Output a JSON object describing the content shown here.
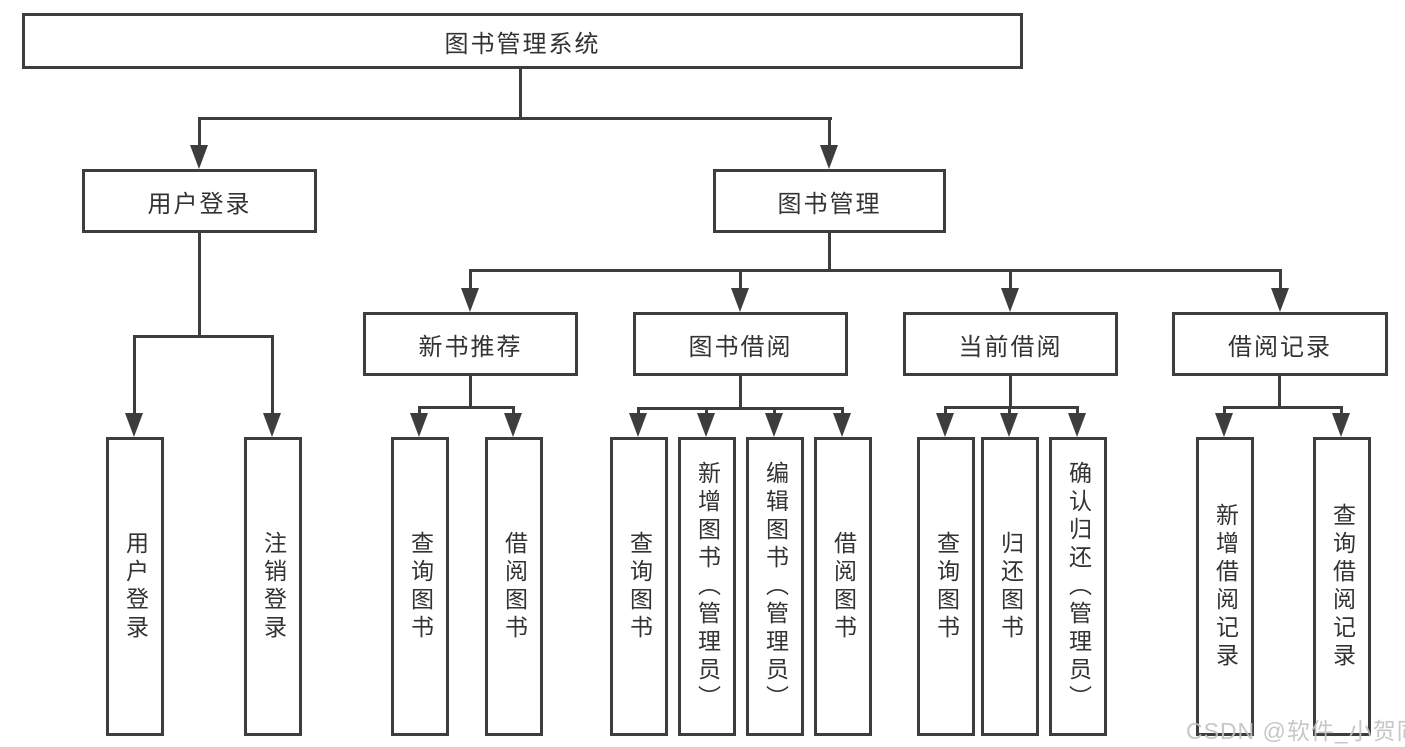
{
  "diagram": {
    "root": {
      "label": "图书管理系统"
    },
    "level2": [
      {
        "label": "用户登录"
      },
      {
        "label": "图书管理"
      }
    ],
    "level3": [
      {
        "label": "新书推荐"
      },
      {
        "label": "图书借阅"
      },
      {
        "label": "当前借阅"
      },
      {
        "label": "借阅记录"
      }
    ],
    "leaves": {
      "user_login": [
        {
          "label": "用户登录"
        },
        {
          "label": "注销登录"
        }
      ],
      "new_book_recommendation": [
        {
          "label": "查询图书"
        },
        {
          "label": "借阅图书"
        }
      ],
      "book_borrowing": [
        {
          "label": "查询图书"
        },
        {
          "label": "新增图书（管理员）"
        },
        {
          "label": "编辑图书（管理员）"
        },
        {
          "label": "借阅图书"
        }
      ],
      "current_borrowing": [
        {
          "label": "查询图书"
        },
        {
          "label": "归还图书"
        },
        {
          "label": "确认归还（管理员）"
        }
      ],
      "borrowing_records": [
        {
          "label": "新增借阅记录"
        },
        {
          "label": "查询借阅记录"
        }
      ]
    },
    "colors": {
      "line": "#3d3d3d",
      "text": "#333333",
      "background": "#ffffff",
      "watermark": "#c3c3c3"
    },
    "watermark": "CSDN @软件_小贺同学"
  }
}
